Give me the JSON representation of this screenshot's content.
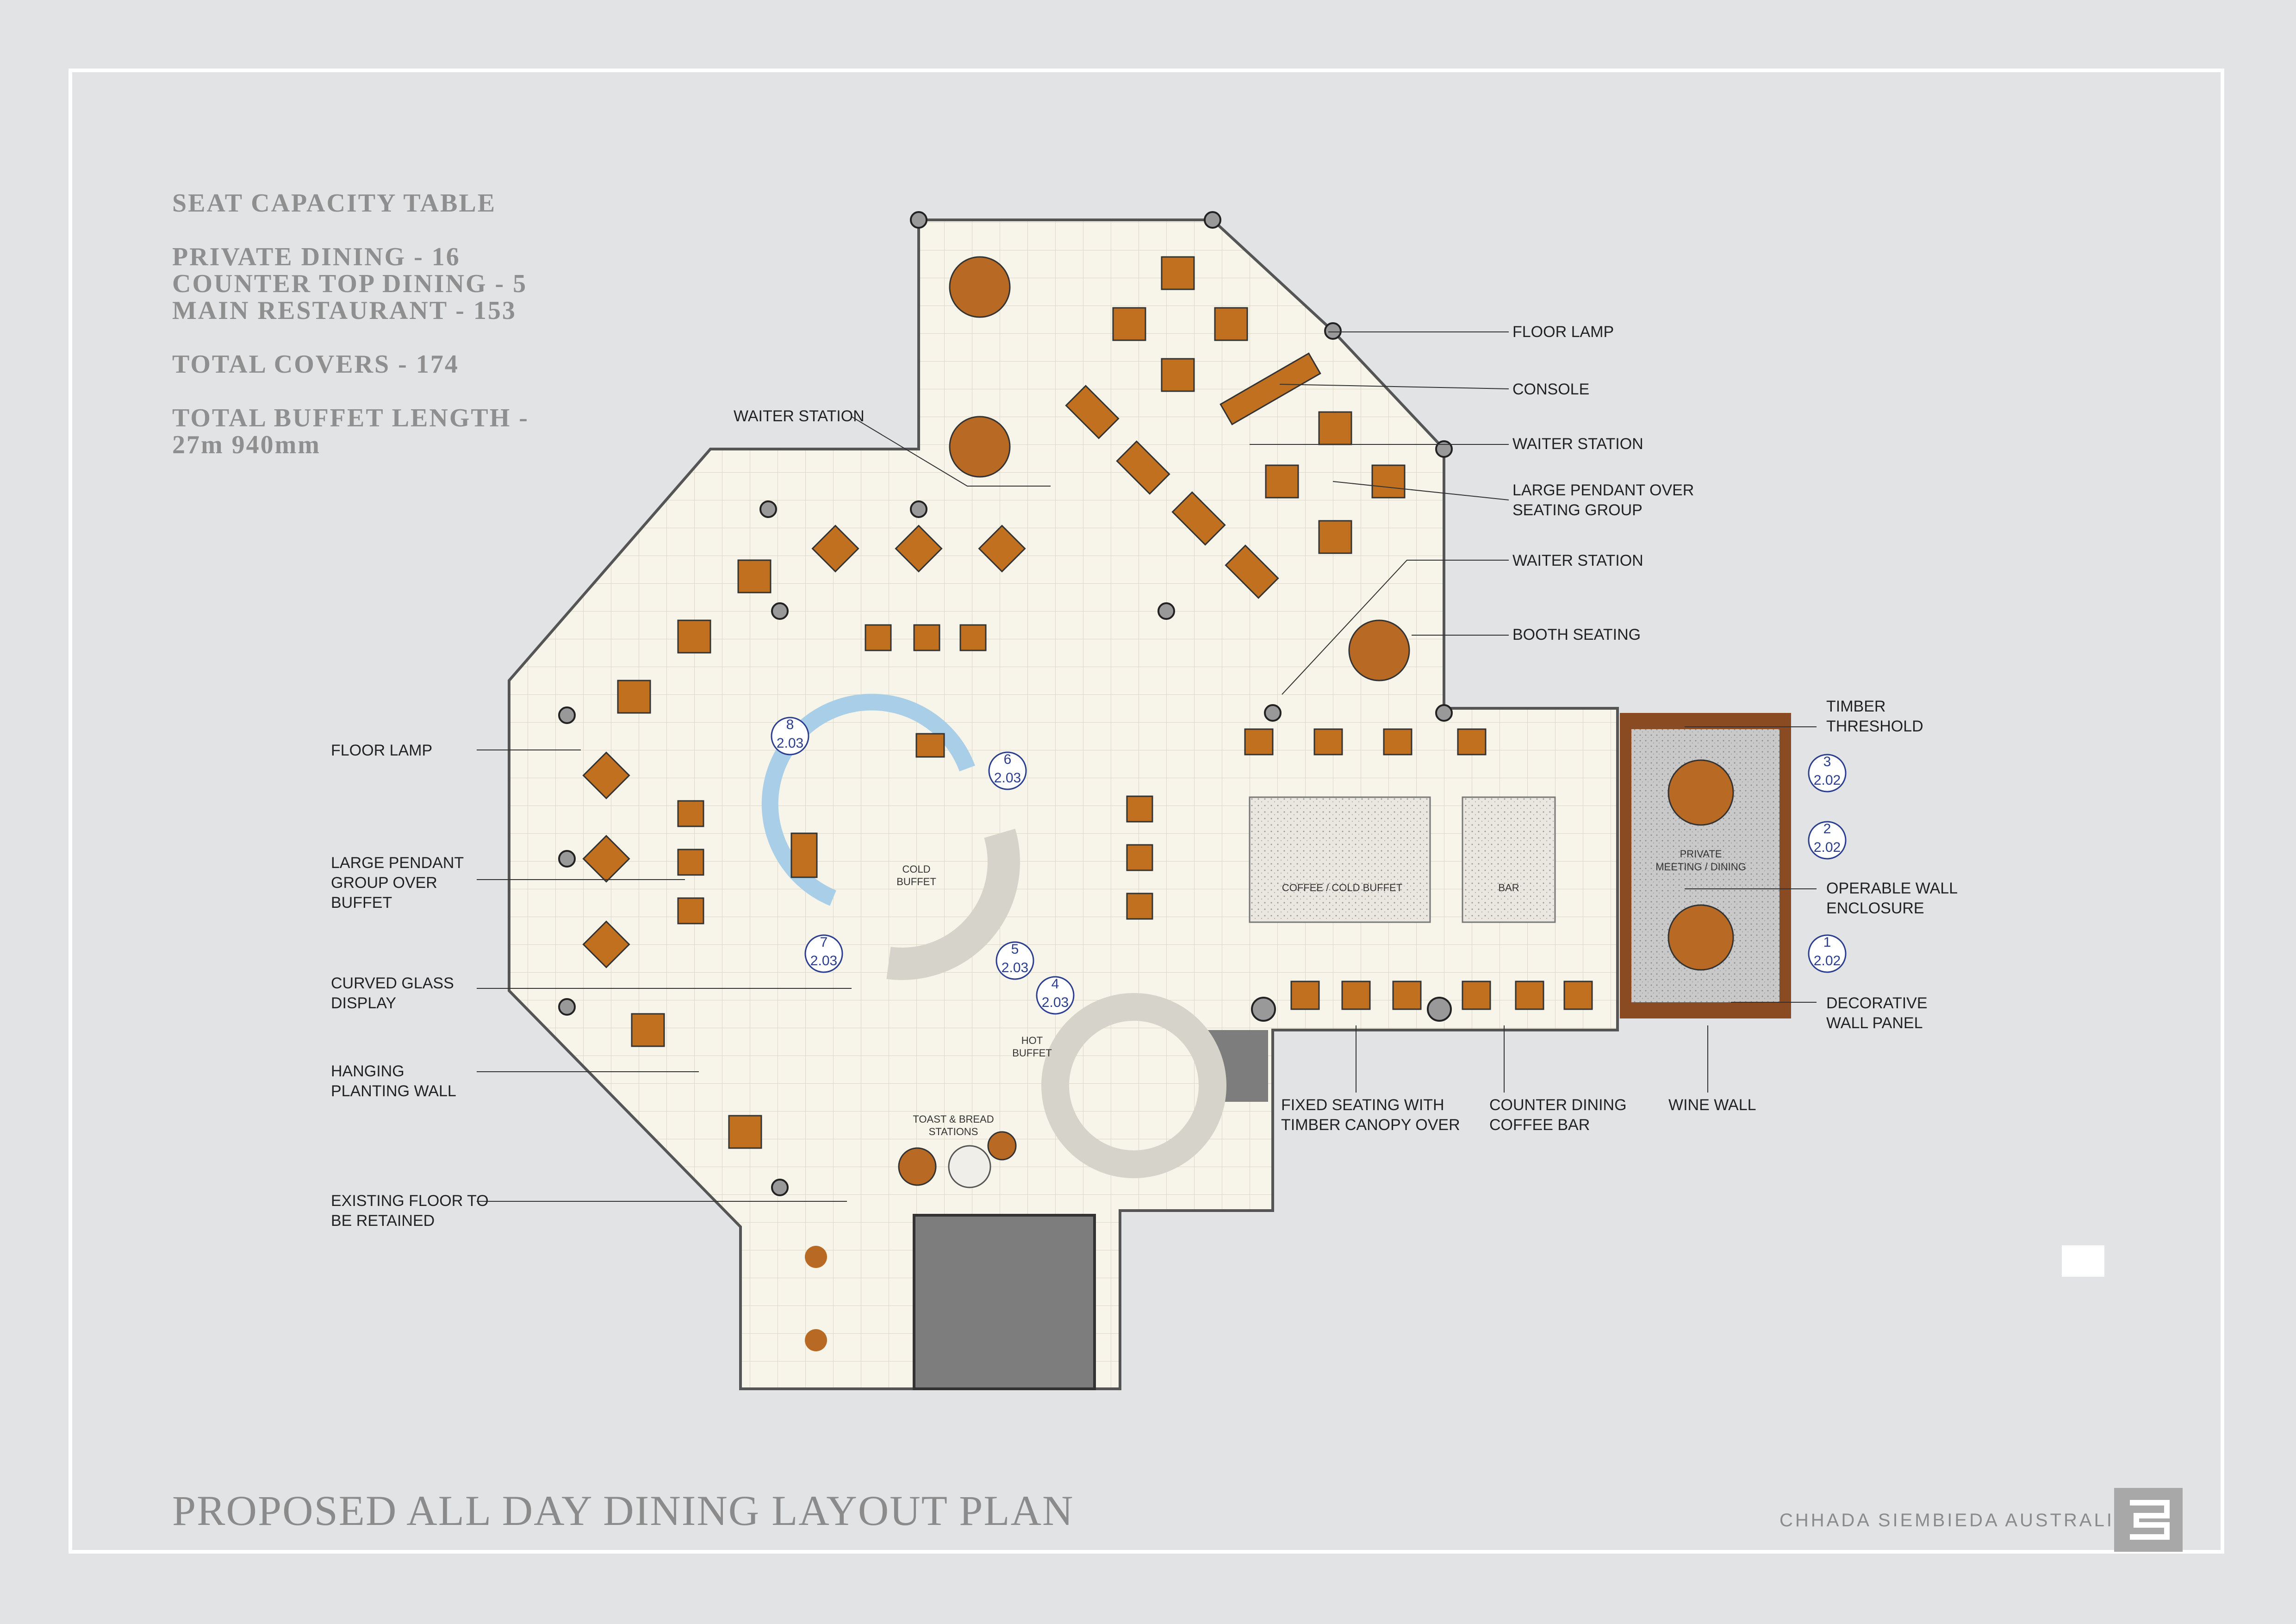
{
  "seat_capacity": {
    "heading": "SEAT CAPACITY TABLE",
    "private_dining": "PRIVATE DINING - 16",
    "counter_top": "COUNTER TOP DINING - 5",
    "main_restaurant": "MAIN RESTAURANT - 153",
    "total_covers": "TOTAL COVERS - 174",
    "buffet_length_1": "TOTAL BUFFET LENGTH -",
    "buffet_length_2": "27m 940mm"
  },
  "title": "PROPOSED ALL DAY DINING LAYOUT PLAN",
  "brand": "CHHADA SIEMBIEDA AUSTRALIA",
  "labels_left": {
    "waiter_station": "WAITER STATION",
    "floor_lamp_1": "FLOOR LAMP",
    "pendant_1": "LARGE PENDANT",
    "pendant_2": "GROUP OVER",
    "pendant_3": "BUFFET",
    "glass_1": "CURVED GLASS",
    "glass_2": "DISPLAY",
    "planting_1": "HANGING",
    "planting_2": "PLANTING WALL",
    "floor_1": "EXISTING FLOOR TO",
    "floor_2": "BE RETAINED"
  },
  "labels_right": {
    "floor_lamp": "FLOOR LAMP",
    "console": "CONSOLE",
    "waiter_station_1": "WAITER STATION",
    "pendant_1": "LARGE PENDANT OVER",
    "pendant_2": "SEATING GROUP",
    "waiter_station_2": "WAITER STATION",
    "booth": "BOOTH SEATING",
    "timber_1": "TIMBER",
    "timber_2": "THRESHOLD",
    "operable_1": "OPERABLE WALL",
    "operable_2": "ENCLOSURE",
    "decor_1": "DECORATIVE",
    "decor_2": "WALL PANEL"
  },
  "labels_bottom": {
    "fixed_1": "FIXED SEATING WITH",
    "fixed_2": "TIMBER CANOPY OVER",
    "counter_1": "COUNTER DINING",
    "counter_2": "COFFEE BAR",
    "wine": "WINE WALL"
  },
  "inner_labels": {
    "cold_1": "COLD",
    "cold_2": "BUFFET",
    "hot_1": "HOT",
    "hot_2": "BUFFET",
    "toast_1": "TOAST & BREAD",
    "toast_2": "STATIONS",
    "coffee": "COFFEE / COLD BUFFET",
    "bar": "BAR",
    "private_1": "PRIVATE",
    "private_2": "MEETING / DINING"
  },
  "section_marks": [
    {
      "num": "8",
      "ref": "2.03"
    },
    {
      "num": "6",
      "ref": "2.03"
    },
    {
      "num": "7",
      "ref": "2.03"
    },
    {
      "num": "5",
      "ref": "2.03"
    },
    {
      "num": "4",
      "ref": "2.03"
    },
    {
      "num": "3",
      "ref": "2.02"
    },
    {
      "num": "2",
      "ref": "2.02"
    },
    {
      "num": "1",
      "ref": "2.02"
    }
  ],
  "colors": {
    "floor": "#f7f4e9",
    "table": "#c0701f",
    "round_table": "#b86a24",
    "chair": "#cfcfcf",
    "wall": "#5a5a5a",
    "timber": "#8a4a22",
    "dark_block": "#7d7d7d"
  }
}
